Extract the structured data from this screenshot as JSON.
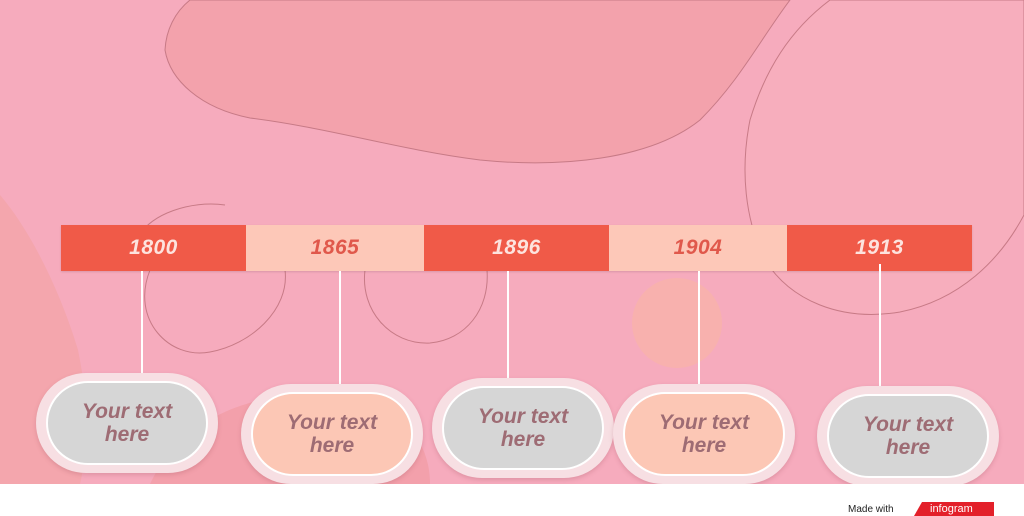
{
  "timeline": {
    "years": [
      "1800",
      "1865",
      "1896",
      "1904",
      "1913"
    ],
    "bubbles": [
      {
        "line1": "Your text",
        "line2": "here"
      },
      {
        "line1": "Your text",
        "line2": "here"
      },
      {
        "line1": "Your text",
        "line2": "here"
      },
      {
        "line1": "Your text",
        "line2": "here"
      },
      {
        "line1": "Your text",
        "line2": "here"
      }
    ]
  },
  "footer": {
    "made_with": "Made with",
    "brand": "infogram"
  },
  "colors": {
    "background": "#f6abbd",
    "segment_dark": "#f05a48",
    "segment_light": "#fdc8b8",
    "bubble_gray": "#d6d6d6",
    "bubble_peach": "#fcc7b5",
    "text_muted": "#9e6c74",
    "brand_red": "#e3202a"
  }
}
